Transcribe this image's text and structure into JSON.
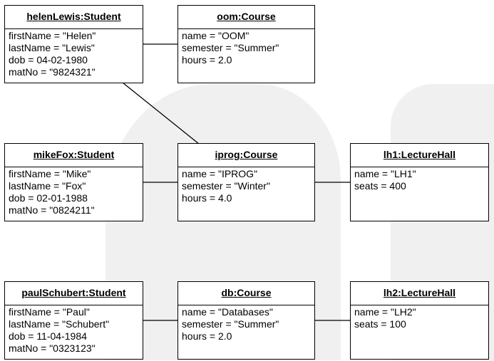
{
  "objects": [
    {
      "title": "helenLewis:Student",
      "attrs": [
        "firstName = \"Helen\"",
        "lastName = \"Lewis\"",
        "dob = 04-02-1980",
        "matNo = \"9824321\""
      ]
    },
    {
      "title": "oom:Course",
      "attrs": [
        "name = \"OOM\"",
        "semester = \"Summer\"",
        "hours = 2.0"
      ]
    },
    {
      "title": "mikeFox:Student",
      "attrs": [
        "firstName = \"Mike\"",
        "lastName = \"Fox\"",
        "dob = 02-01-1988",
        "matNo = \"0824211\""
      ]
    },
    {
      "title": "iprog:Course",
      "attrs": [
        "name = \"IPROG\"",
        "semester = \"Winter\"",
        "hours = 4.0"
      ]
    },
    {
      "title": "lh1:LectureHall",
      "attrs": [
        "name = \"LH1\"",
        "seats = 400"
      ]
    },
    {
      "title": "paulSchubert:Student",
      "attrs": [
        "firstName = \"Paul\"",
        "lastName = \"Schubert\"",
        "dob = 11-04-1984",
        "matNo = \"0323123\""
      ]
    },
    {
      "title": "db:Course",
      "attrs": [
        "name = \"Databases\"",
        "semester = \"Summer\"",
        "hours = 2.0"
      ]
    },
    {
      "title": "lh2:LectureHall",
      "attrs": [
        "name = \"LH2\"",
        "seats = 100"
      ]
    }
  ]
}
